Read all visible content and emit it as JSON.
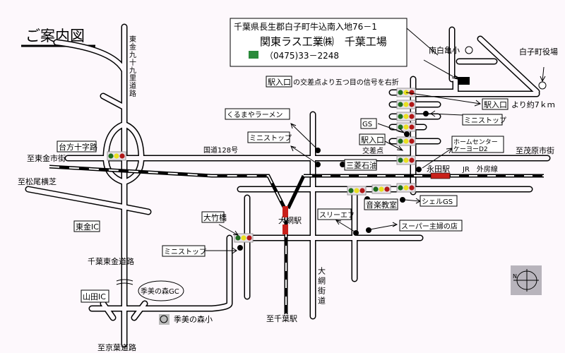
{
  "title": "ご案内図",
  "company": {
    "address": "千葉県長生郡白子町牛込南入地76－1",
    "name": "関東ラス工業㈱　千葉工場",
    "phone": "（0475)33－2248",
    "phone_icon": "telephone-icon"
  },
  "directions": {
    "station_entrance": "駅入口",
    "instruction": "の交差点より五つ目の信号を右折"
  },
  "labels": {
    "minami_shirako_school": "南白亀小",
    "shirako_town_hall": "白子町役場",
    "entrance_distance_box": "駅入口",
    "entrance_distance": "より約7ｋｍ",
    "ministop_right": "ミニストップ",
    "gs": "GS",
    "station_entrance_box": "駅入口",
    "intersection": "交差点",
    "home_center_line1": "ホームセンター",
    "home_center_line2": "ケーヨーD2",
    "to_mobara": "至茂原市街",
    "mitsubishi_oil": "三菱石油",
    "nagata_station": "永田駅",
    "jr_line": "JR　外房線",
    "shell_gs": "シェルGS",
    "music_school": "音楽教室",
    "three_f": "スリーエフ",
    "super_shufu": "スーパー主婦の店",
    "kurumaya_ramen": "くるまやラーメン",
    "ministop_center": "ミニストップ",
    "route128": "国道128号",
    "daikata_crossing": "台方十字路",
    "to_togane": "至東金市街",
    "to_matsuo": "至松尾横芝",
    "otakebashi": "大竹橋",
    "oami_station": "大網駅",
    "togane_ic": "東金IC",
    "ministop_left": "ミニストップ",
    "chiba_togane_road": "千葉東金道路",
    "kiminomori_gc": "季美の森GC",
    "yamada_ic": "山田IC",
    "kiminomori_school": "季美の森小",
    "to_chiba_station": "至千葉駅",
    "oami_kaido": "大網街道",
    "to_keiyo_road": "至京葉道路",
    "togane_kujukuri_road": "東金九十九里道路",
    "compass_n": "N"
  },
  "colors": {
    "signal_green": "#1e6b1e",
    "signal_yellow": "#e8e020",
    "signal_red": "#b01818",
    "station_red": "#c8201a",
    "phone_green": "#2a8a3a"
  }
}
